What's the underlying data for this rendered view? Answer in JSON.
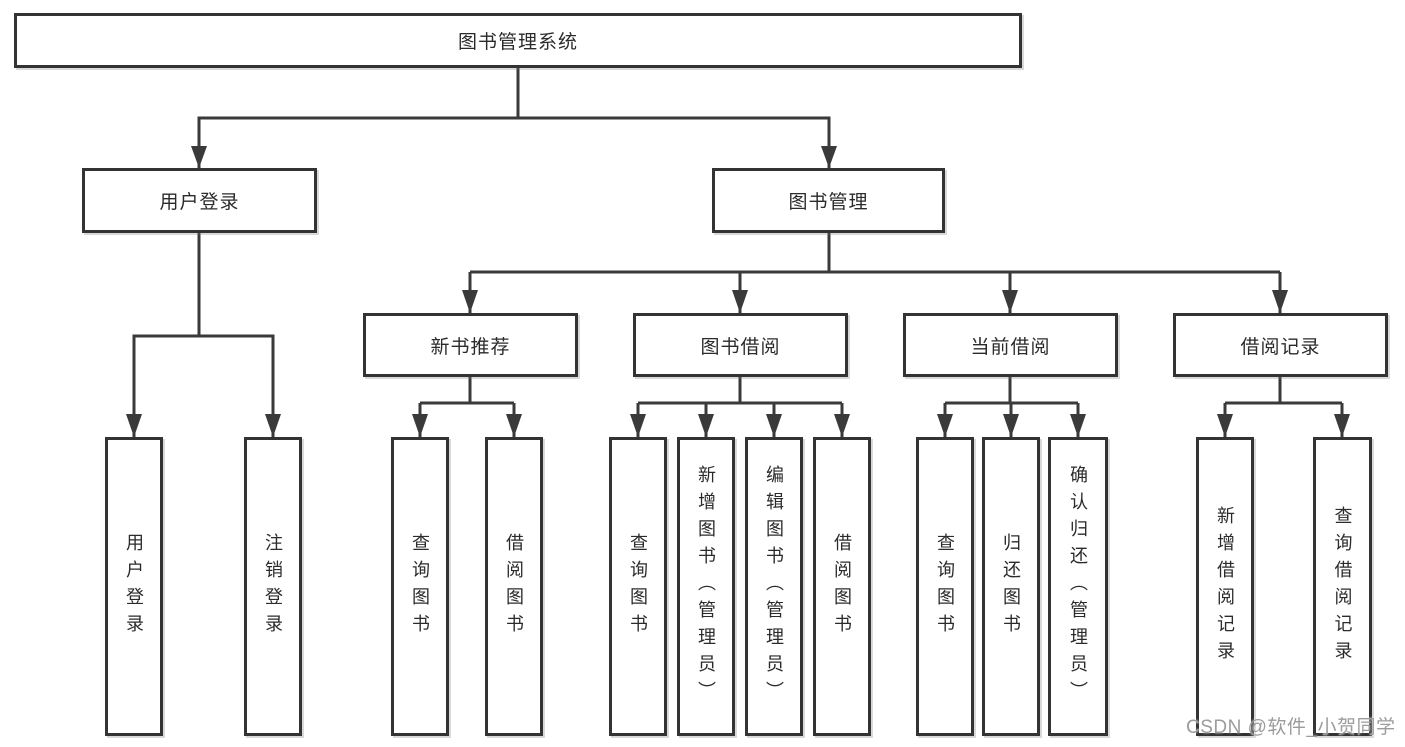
{
  "colors": {
    "line": "#3a3a3a",
    "border": "#333333",
    "text": "#2b2b2b",
    "background": "#ffffff",
    "watermark": "#9c9c9c"
  },
  "diagram": {
    "root_label": "图书管理系统",
    "level2": [
      "用户登录",
      "图书管理"
    ],
    "level3": [
      "新书推荐",
      "图书借阅",
      "当前借阅",
      "借阅记录"
    ],
    "leaves": {
      "user_login": [
        "用户登录",
        "注销登录"
      ],
      "new_book": [
        "查询图书",
        "借阅图书"
      ],
      "book_borrow": [
        "查询图书",
        "新增图书（管理员）",
        "编辑图书（管理员）",
        "借阅图书"
      ],
      "current_borrow": [
        "查询图书",
        "归还图书",
        "确认归还（管理员）"
      ],
      "borrow_record": [
        "新增借阅记录",
        "查询借阅记录"
      ]
    }
  },
  "watermark": {
    "text": "CSDN @软件_小贺同学"
  }
}
